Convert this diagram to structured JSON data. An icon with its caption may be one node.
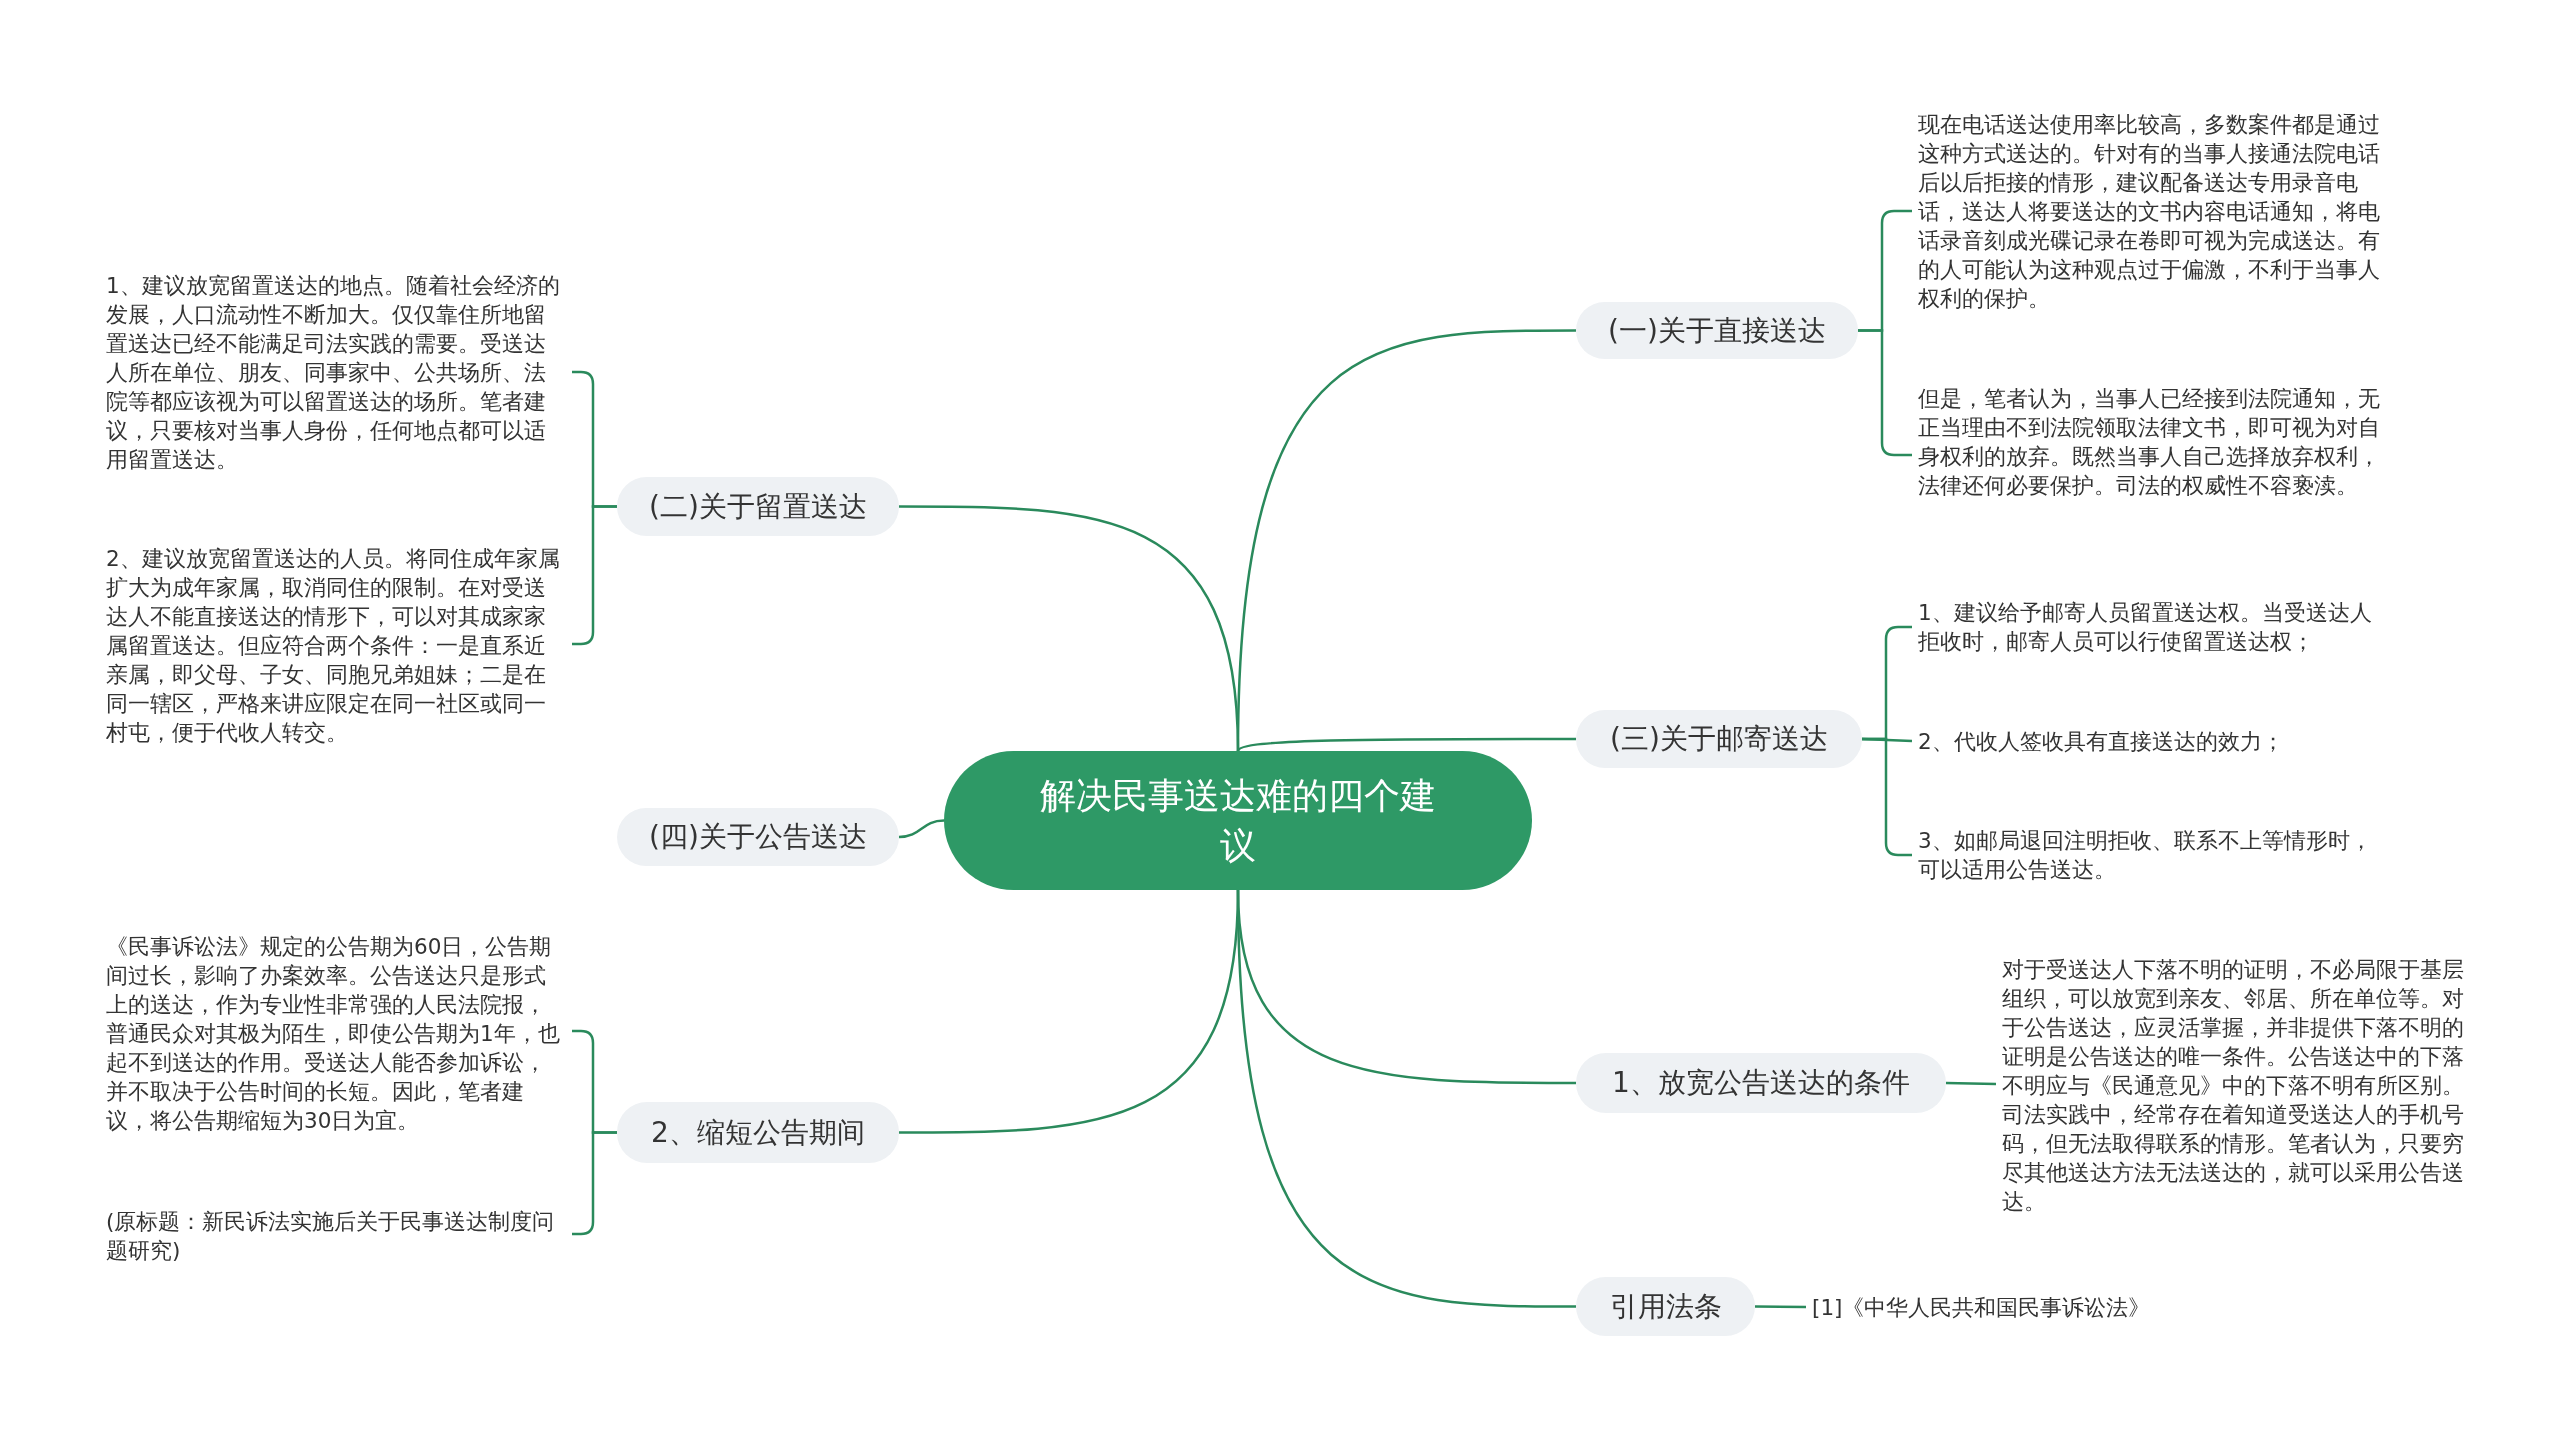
{
  "diagram": {
    "nodes": [
      {
        "text": [
          "解决民事送达难的四个建议"
        ]
      },
      {
        "text": [
          "(一)关于直接送达"
        ]
      },
      {
        "text": [
          "现在电话送达使用率比较高，多数案件都是通过这种方式送达的。针对有的当事人接通法院电话后以后拒接的情形，建议配备送达专用录音电话，送达人将要送达的文书内容电话通知，将电话录音刻成光碟记录在卷即可视为完成送达。有的人可能认为这种观点过于偏激，不利于当事人权利的保护。"
        ]
      },
      {
        "text": [
          "但是，笔者认为，当事人已经接到法院通知，无正当理由不到法院领取法律文书，即可视为对自身权利的放弃。既然当事人自己选择放弃权利，法律还何必要保护。司法的权威性不容亵渎。"
        ]
      },
      {
        "text": [
          "(二)关于留置送达"
        ]
      },
      {
        "text": [
          "1、建议放宽留置送达的地点。随着社会经济的发展，人口流动性不断加大。仅仅靠住所地留置送达已经不能满足司法实践的需要。受送达人所在单位、朋友、同事家中、公共场所、法院等都应该视为可以留置送达的场所。笔者建议，只要核对当事人身份，任何地点都可以适用留置送达。"
        ]
      },
      {
        "text": [
          "2、建议放宽留置送达的人员。将同住成年家属扩大为成年家属，取消同住的限制。在对受送达人不能直接送达的情形下，可以对其成家家属留置送达。但应符合两个条件：一是直系近亲属，即父母、子女、同胞兄弟姐妹；二是在同一辖区，严格来讲应限定在同一社区或同一村屯，便于代收人转交。"
        ]
      },
      {
        "text": [
          "(三)关于邮寄送达"
        ]
      },
      {
        "text": [
          "1、建议给予邮寄人员留置送达权。当受送达人拒收时，邮寄人员可以行使留置送达权；"
        ]
      },
      {
        "text": [
          "2、代收人签收具有直接送达的效力；"
        ]
      },
      {
        "text": [
          "3、如邮局退回注明拒收、联系不上等情形时，可以适用公告送达。"
        ]
      },
      {
        "text": [
          "(四)关于公告送达"
        ]
      },
      {
        "text": [
          "1、放宽公告送达的条件"
        ]
      },
      {
        "text": [
          "对于受送达人下落不明的证明，不必局限于基层组织，可以放宽到亲友、邻居、所在单位等。对于公告送达，应灵活掌握，并非提供下落不明的证明是公告送达的唯一条件。公告送达中的下落不明应与《民通意见》中的下落不明有所区别。司法实践中，经常存在着知道受送达人的手机号码，但无法取得联系的情形。笔者认为，只要穷尽其他送达方法无法送达的，就可以采用公告送达。"
        ]
      },
      {
        "text": [
          "2、缩短公告期间"
        ]
      },
      {
        "text": [
          "《民事诉讼法》规定的公告期为60日，公告期间过长，影响了办案效率。公告送达只是形式上的送达，作为专业性非常强的人民法院报，普通民众对其极为陌生，即使公告期为1年，也起不到送达的作用。受送达人能否参加诉讼，并不取决于公告时间的长短。因此，笔者建议，将公告期缩短为30日为宜。"
        ]
      },
      {
        "text": [
          "(原标题：新民诉法实施后关于民事送达制度问题研究)"
        ]
      },
      {
        "text": [
          "引用法条"
        ]
      },
      {
        "text": [
          "[1]《中华人民共和国民事诉讼法》"
        ]
      }
    ],
    "edges": [
      {
        "from": 0,
        "to": 1,
        "arrow": "none"
      },
      {
        "from": 1,
        "to": 2,
        "arrow": "none"
      },
      {
        "from": 1,
        "to": 3,
        "arrow": "none"
      },
      {
        "from": 0,
        "to": 4,
        "arrow": "none"
      },
      {
        "from": 4,
        "to": 5,
        "arrow": "none"
      },
      {
        "from": 4,
        "to": 6,
        "arrow": "none"
      },
      {
        "from": 0,
        "to": 7,
        "arrow": "none"
      },
      {
        "from": 7,
        "to": 8,
        "arrow": "none"
      },
      {
        "from": 7,
        "to": 9,
        "arrow": "none"
      },
      {
        "from": 7,
        "to": 10,
        "arrow": "none"
      },
      {
        "from": 0,
        "to": 11,
        "arrow": "none"
      },
      {
        "from": 0,
        "to": 12,
        "arrow": "none"
      },
      {
        "from": 12,
        "to": 13,
        "arrow": "none"
      },
      {
        "from": 0,
        "to": 14,
        "arrow": "none"
      },
      {
        "from": 14,
        "to": 15,
        "arrow": "none"
      },
      {
        "from": 14,
        "to": 16,
        "arrow": "none"
      },
      {
        "from": 0,
        "to": 17,
        "arrow": "none"
      },
      {
        "from": 17,
        "to": 18,
        "arrow": "none"
      }
    ]
  }
}
